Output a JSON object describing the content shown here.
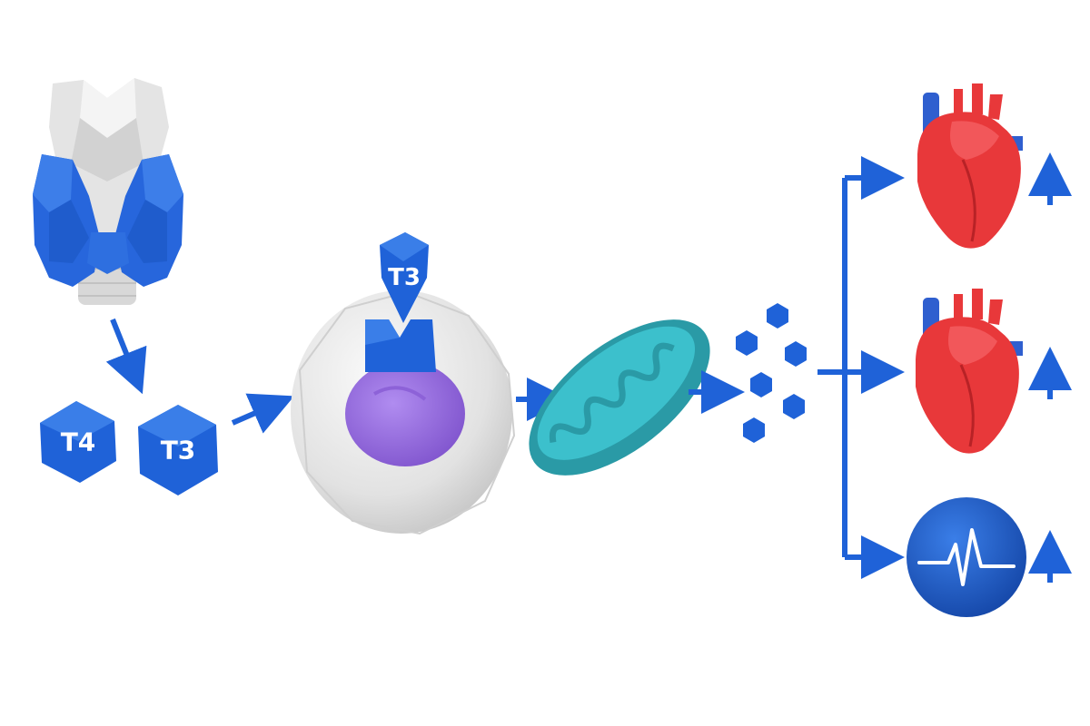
{
  "labels": {
    "hormone_t4": "T4",
    "hormone_t3": "T3",
    "receptor_t3": "T3"
  },
  "colors": {
    "accent_blue": "#1f62d8",
    "blue_light": "#3a7ee8",
    "blue_dark": "#1547a8",
    "gray_light": "#f0f0f0",
    "gray_mid": "#d6d6d6",
    "gray_dark": "#b4b4b4",
    "nucleus_purple": "#9b6fe0",
    "nucleus_purple_dark": "#7e52cc",
    "mito_teal": "#3cc0cc",
    "mito_teal_dark": "#2a9aa6",
    "heart_red": "#e8383a",
    "heart_red_dark": "#b82226",
    "vessel_blue": "#2f5fcf",
    "pulse_white": "#ffffff"
  },
  "icons": [
    "thyroid-gland-icon",
    "cell-icon",
    "nucleus-icon",
    "receptor-icon",
    "mitochondrion-icon",
    "molecule-cluster-icon",
    "heart-icon",
    "pulse-icon",
    "up-arrow-icon"
  ]
}
